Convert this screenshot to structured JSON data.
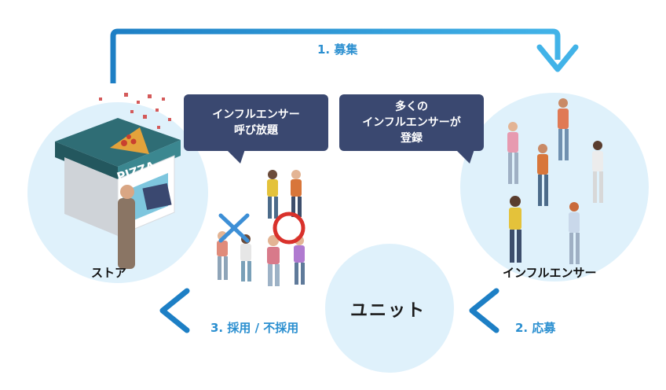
{
  "nodes": {
    "store_label": "ストア",
    "influencer_label": "インフルエンサー",
    "unit_logo": "ユニット"
  },
  "steps": {
    "step1": "1. 募集",
    "step2": "2. 応募",
    "step3": "3. 採用 / 不採用"
  },
  "bubbles": {
    "left_lines": [
      "インフルエンサー",
      "呼び放題"
    ],
    "right_lines": [
      "多くの",
      "インフルエンサーが",
      "登録"
    ]
  },
  "illustration": {
    "shop_sign": "PIZZA"
  },
  "colors": {
    "arrow": "#2b8fd0",
    "circle": "#dff1fb",
    "bubble": "#3a4870",
    "reject_mark": "#3d8fd6",
    "accept_mark": "#d9312b"
  }
}
